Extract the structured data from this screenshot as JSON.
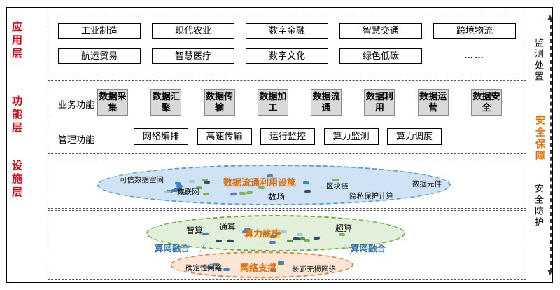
{
  "left_rail": {
    "application": "应用层",
    "function": "功能层",
    "facility": "设施层"
  },
  "right_rail": {
    "monitoring": "监测处置",
    "security_assurance": "安全保障",
    "security_protection": "安全防护"
  },
  "application_layer": {
    "row1": [
      "工业制造",
      "现代农业",
      "数字金融",
      "智慧交通",
      "跨境物流"
    ],
    "row2": [
      "航运贸易",
      "智慧医疗",
      "数字文化",
      "绿色低碳",
      "……"
    ]
  },
  "function_layer": {
    "business_label": "业务功能",
    "business_boxes": [
      "数据采集",
      "数据汇聚",
      "数据传输",
      "数据加工",
      "数据流通",
      "数据利用",
      "数据运营",
      "数据安全"
    ],
    "management_label": "管理功能",
    "management_boxes": [
      "网络编排",
      "高速传输",
      "运行监控",
      "算力监测",
      "算力调度"
    ]
  },
  "facility_layer": {
    "data_facility": {
      "title": "数据流通利用设施",
      "trusted_space": "可信数据空间",
      "data_internet": "数联网",
      "blockchain": "区块链",
      "privacy_compute": "隐私保护计算",
      "data_element": "数据元件",
      "data_field": "数场"
    },
    "compute_base": {
      "title": "算力底座",
      "intelligent": "智算",
      "general": "通算",
      "super": "超算"
    },
    "network_support": {
      "title": "网络支撑",
      "deterministic": "确定性网络",
      "long_distance": "长距无损网络"
    },
    "fusion_left": "算网融合",
    "fusion_right": "算网融合"
  },
  "colors": {
    "layer_label_red": "#e60012",
    "accent_orange": "#e36c09",
    "fusion_blue": "#2e75b6",
    "ellipse_blue_fill": "#cfe3f5",
    "ellipse_green_fill": "#e2efda",
    "ellipse_orange_fill": "#fbe5d6"
  }
}
